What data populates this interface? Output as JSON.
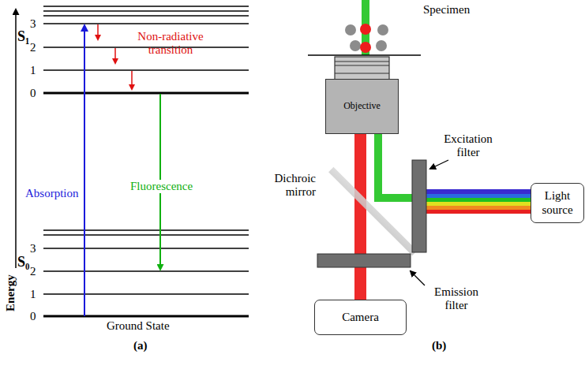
{
  "diagram": {
    "nodes": [
      {
        "text": [
          "Objective"
        ]
      },
      {
        "text": [
          "Light source"
        ]
      },
      {
        "text": [
          "Camera"
        ]
      }
    ],
    "labels": [
      "S₁",
      "3",
      "2",
      "1",
      "0",
      "Non-radiative transition",
      "Absorption",
      "Fluorescence",
      "S₀",
      "3",
      "2",
      "1",
      "0",
      "Energy",
      "Ground State",
      "(a)",
      "Specimen",
      "Dichroic mirror",
      "Excitation filter",
      "Emission filter",
      "(b)"
    ]
  }
}
